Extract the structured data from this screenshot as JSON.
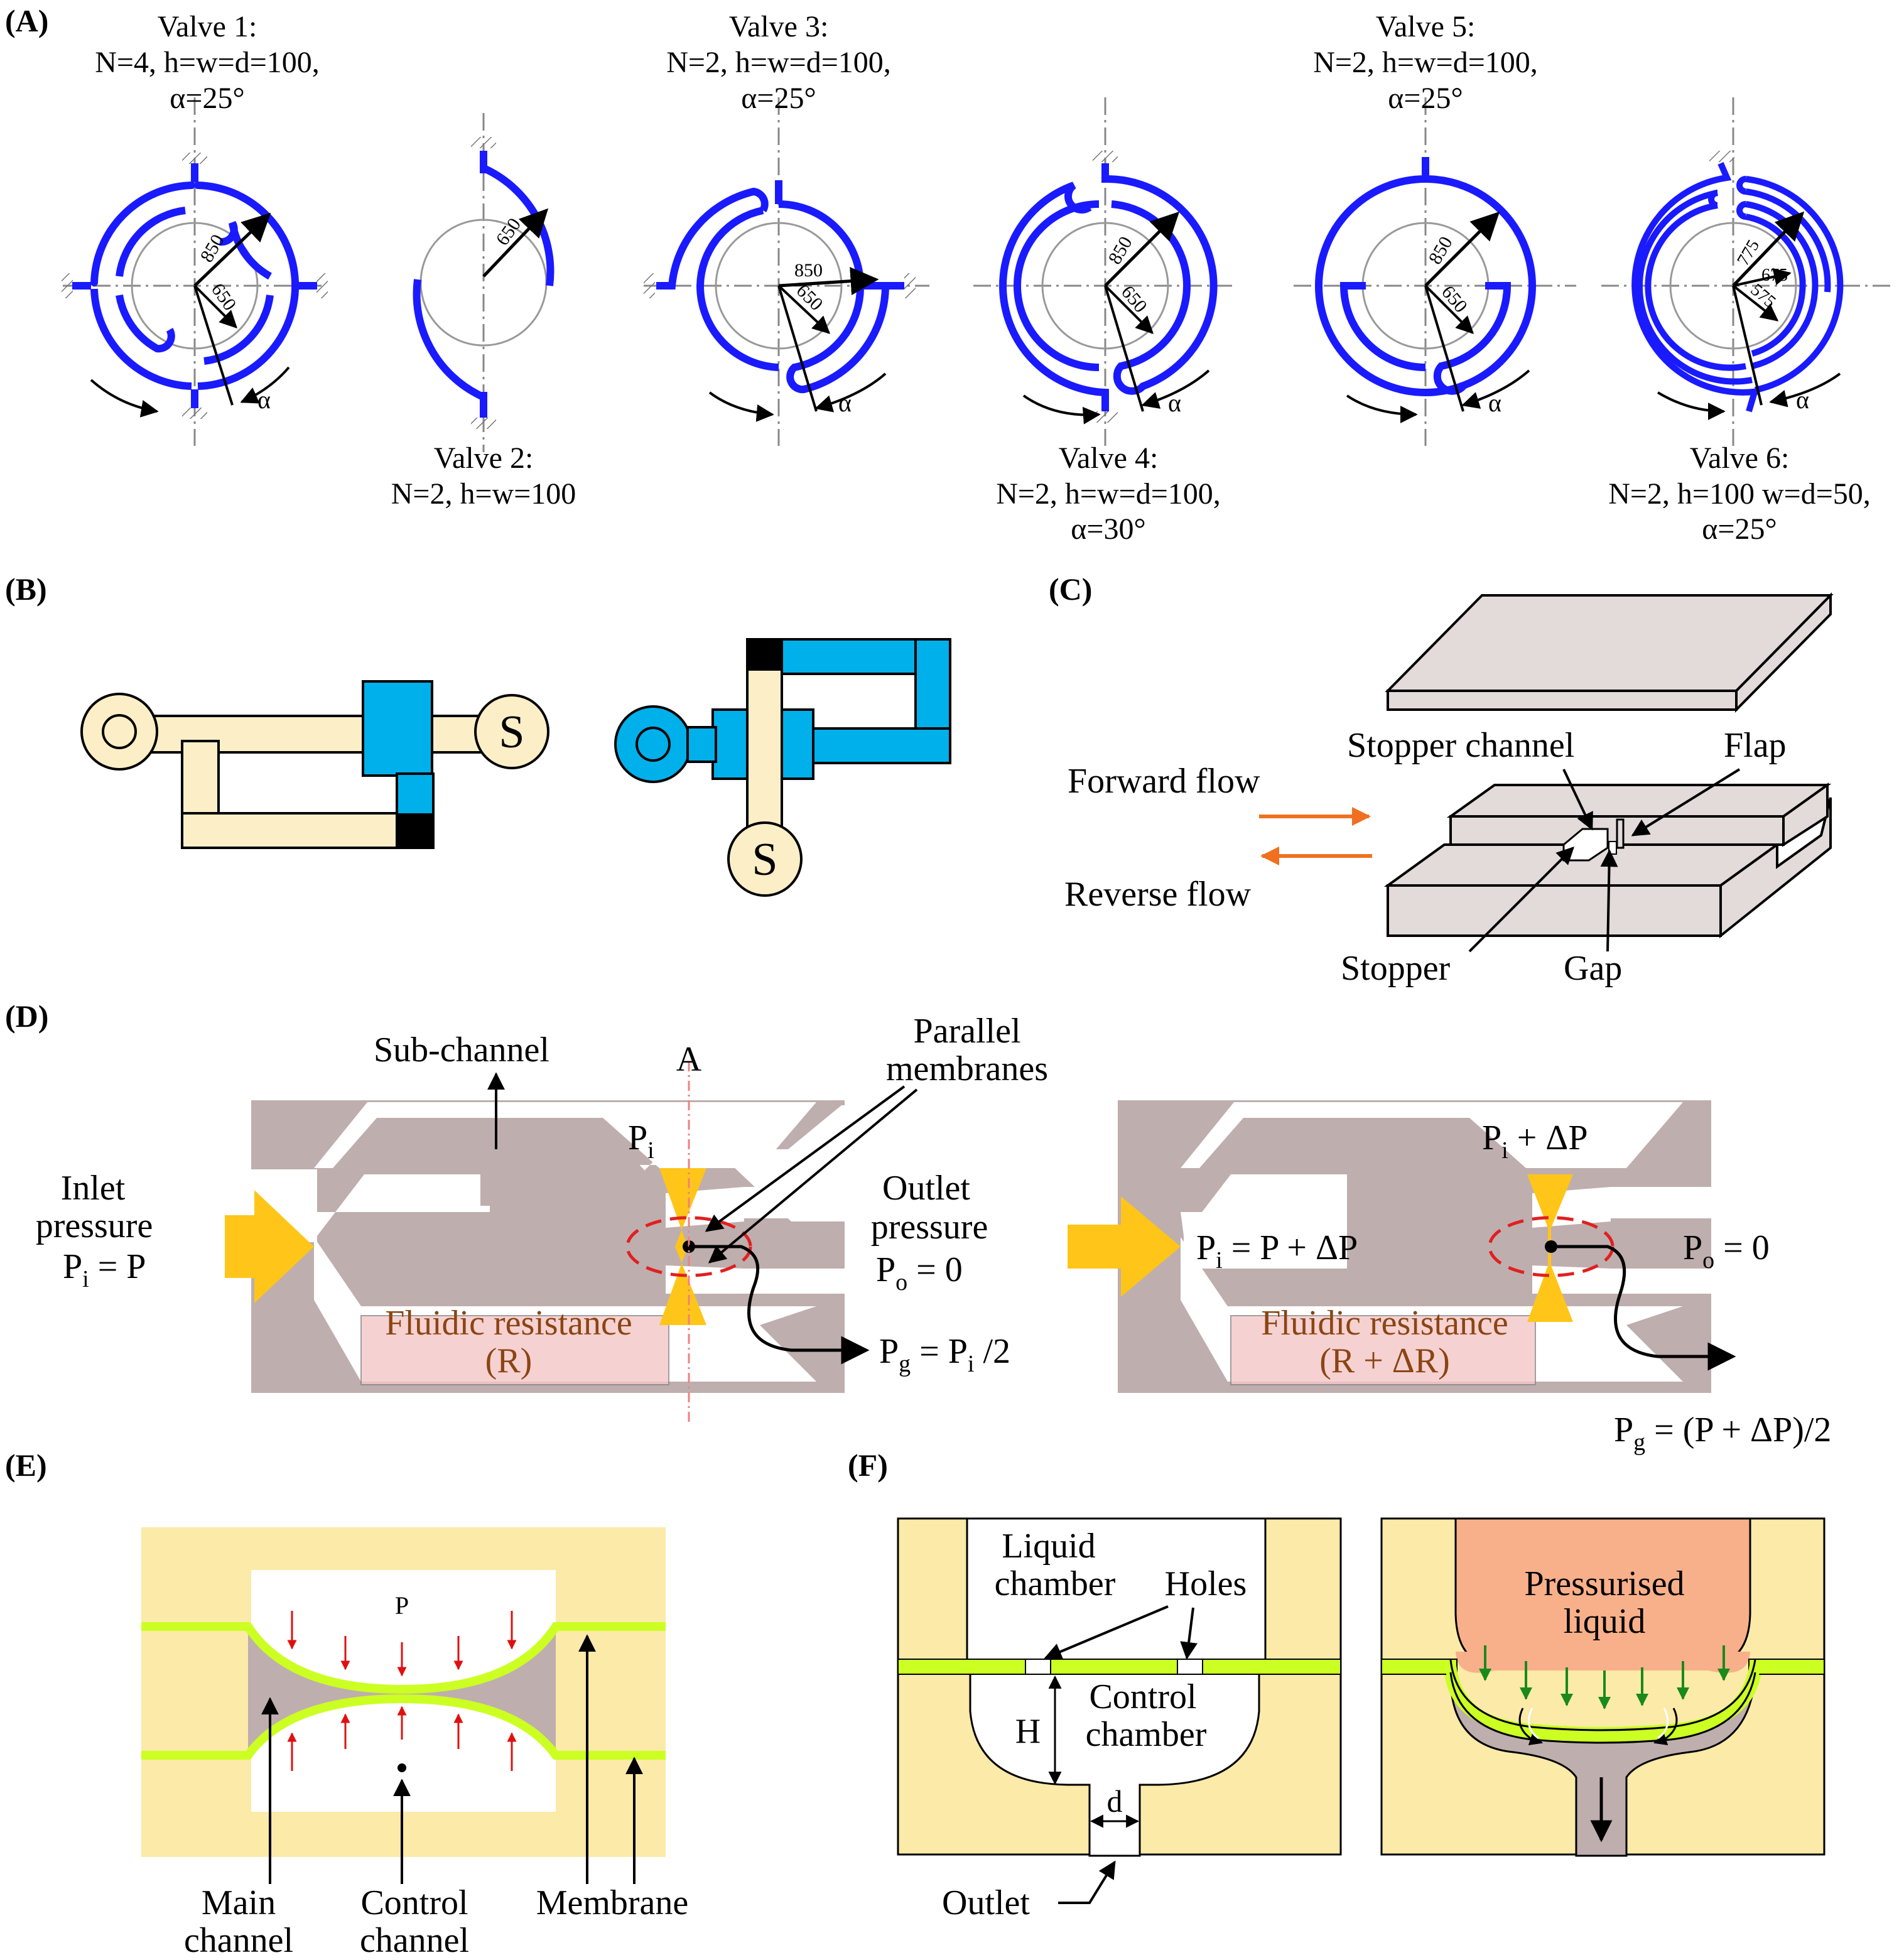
{
  "panels": {
    "a": {
      "label": "(A)",
      "valves": [
        {
          "title": "Valve 1:",
          "params_line1": "N=4, h=w=d=100,",
          "params_line2": "α=25°",
          "r_outer": "850",
          "r_inner": "650",
          "angle": "α"
        },
        {
          "title": "Valve 2:",
          "params_line1": "N=2, h=w=100",
          "params_line2": "",
          "r_outer": "650",
          "r_inner": "",
          "angle": ""
        },
        {
          "title": "Valve 3:",
          "params_line1": "N=2, h=w=d=100,",
          "params_line2": "α=25°",
          "r_outer": "850",
          "r_inner": "650",
          "angle": "α"
        },
        {
          "title": "Valve 4:",
          "params_line1": "N=2, h=w=d=100,",
          "params_line2": "α=30°",
          "r_outer": "850",
          "r_inner": "650",
          "angle": "α"
        },
        {
          "title": "Valve 5:",
          "params_line1": "N=2, h=w=d=100,",
          "params_line2": "α=25°",
          "r_outer": "850",
          "r_inner": "650",
          "angle": "α"
        },
        {
          "title": "Valve 6:",
          "params_line1": "N=2, h=100 w=d=50,",
          "params_line2": "α=25°",
          "r_outer": "775",
          "r_mid": "675",
          "r_inner": "575",
          "angle": "α"
        }
      ]
    },
    "b": {
      "label": "(B)",
      "symbol": "S"
    },
    "c": {
      "label": "(C)",
      "forward": "Forward flow",
      "reverse": "Reverse flow",
      "stopper_channel": "Stopper channel",
      "flap": "Flap",
      "stopper": "Stopper",
      "gap": "Gap"
    },
    "d": {
      "label": "(D)",
      "sub_channel": "Sub-channel",
      "a_mark": "A",
      "parallel_1": "Parallel",
      "parallel_2": "membranes",
      "inlet_1": "Inlet",
      "inlet_2": "pressure",
      "inlet_3": "P",
      "inlet_3_sub": "i",
      "inlet_3_tail": " = P",
      "outlet_1": "Outlet",
      "outlet_2": "pressure",
      "outlet_3": "P",
      "outlet_3_sub": "o",
      "outlet_3_tail": " = 0",
      "pi_left": "P",
      "pi_left_sub": "i",
      "fr_left_1": "Fluidic resistance",
      "fr_left_2": "(R)",
      "pg_left": "P",
      "pg_left_sub": "g",
      "pg_left_tail": " = P",
      "pg_left_sub2": "i",
      "pg_left_tail2": " /2",
      "pi_right_top": "P",
      "pi_right_top_sub": "i",
      "pi_right_top_tail": " + ΔP",
      "pi_right_mid": "P",
      "pi_right_mid_sub": "i",
      "pi_right_mid_tail": " = P + ΔP",
      "po_right": "P",
      "po_right_sub": "o",
      "po_right_tail": " = 0",
      "fr_right_1": "Fluidic resistance",
      "fr_right_2": "(R + ΔR)",
      "pg_right": "P",
      "pg_right_sub": "g",
      "pg_right_tail": " = (P + ΔP)/2"
    },
    "e": {
      "label": "(E)",
      "p": "P",
      "main_1": "Main",
      "main_2": "channel",
      "control_1": "Control",
      "control_2": "channel",
      "membrane": "Membrane"
    },
    "f": {
      "label": "(F)",
      "liquid_1": "Liquid",
      "liquid_2": "chamber",
      "holes": "Holes",
      "h": "H",
      "control_1": "Control",
      "control_2": "chamber",
      "d": "d",
      "outlet": "Outlet",
      "pressurised_1": "Pressurised",
      "pressurised_2": "liquid"
    }
  },
  "colors": {
    "valve_blue": "#1a1aff",
    "cream": "#fcefc8",
    "cyan": "#00b0ea",
    "chip_grey": "#ddd6d6",
    "channel_grey": "#bfaeae",
    "membrane_yellow": "#ffc619",
    "orange_arrow": "#f07020",
    "red_dash": "#e02020",
    "pink": "#f5c6c6",
    "brown_text": "#8b4513",
    "substrate_yellow": "#fbeaa8",
    "green_membrane": "#ccff22",
    "liquid_orange": "#f8b08a",
    "green_arrow": "#1a8a1a",
    "red_arrow": "#e01010"
  }
}
